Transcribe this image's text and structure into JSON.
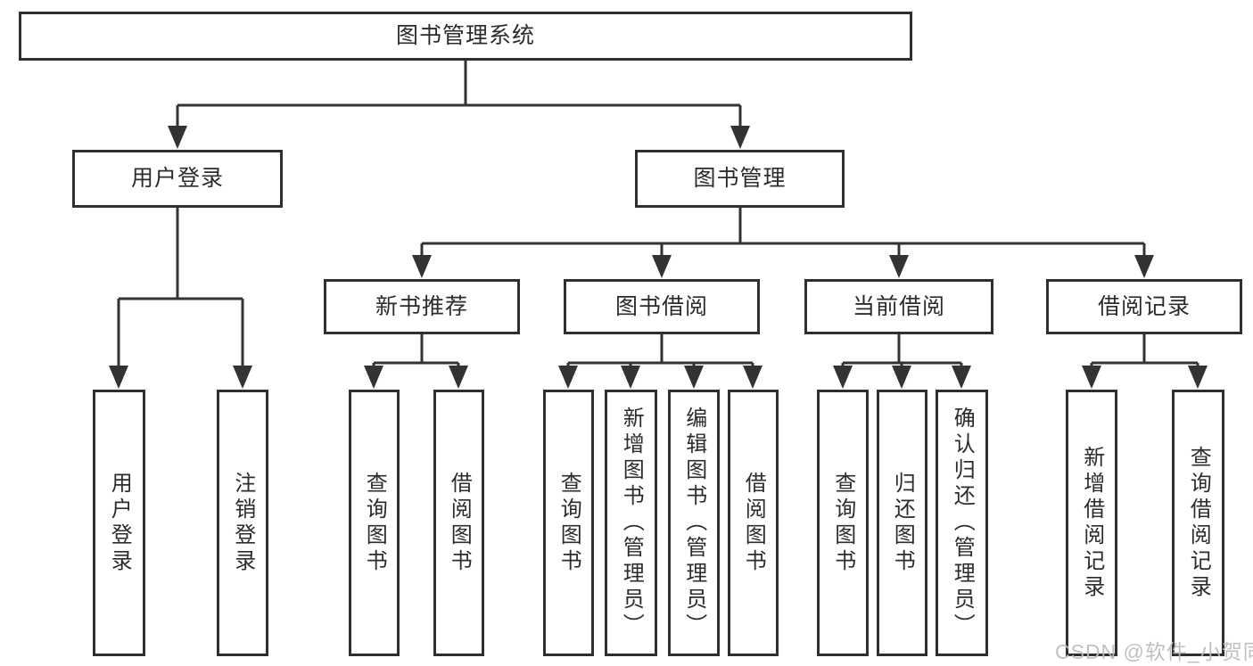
{
  "colors": {
    "background": "#ffffff",
    "box_border": "#2f2f2f",
    "connector_line": "#333333",
    "text": "#2c2c2c",
    "watermark": "#b9bcbe"
  },
  "chart": {
    "type": "tree-diagram",
    "root": {
      "label": "图书管理系统"
    },
    "branches": [
      {
        "label": "用户登录",
        "children": [
          {
            "label": "用户登录"
          },
          {
            "label": "注销登录"
          }
        ]
      },
      {
        "label": "图书管理",
        "children": [
          {
            "label": "新书推荐",
            "children": [
              {
                "label": "查询图书"
              },
              {
                "label": "借阅图书"
              }
            ]
          },
          {
            "label": "图书借阅",
            "children": [
              {
                "label": "查询图书"
              },
              {
                "label": "新增图书（管理员）"
              },
              {
                "label": "编辑图书（管理员）"
              },
              {
                "label": "借阅图书"
              }
            ]
          },
          {
            "label": "当前借阅",
            "children": [
              {
                "label": "查询图书"
              },
              {
                "label": "归还图书"
              },
              {
                "label": "确认归还（管理员）"
              }
            ]
          },
          {
            "label": "借阅记录",
            "children": [
              {
                "label": "新增借阅记录"
              },
              {
                "label": "查询借阅记录"
              }
            ]
          }
        ]
      }
    ]
  },
  "watermark": {
    "text": "CSDN @软件_小贺同学"
  }
}
